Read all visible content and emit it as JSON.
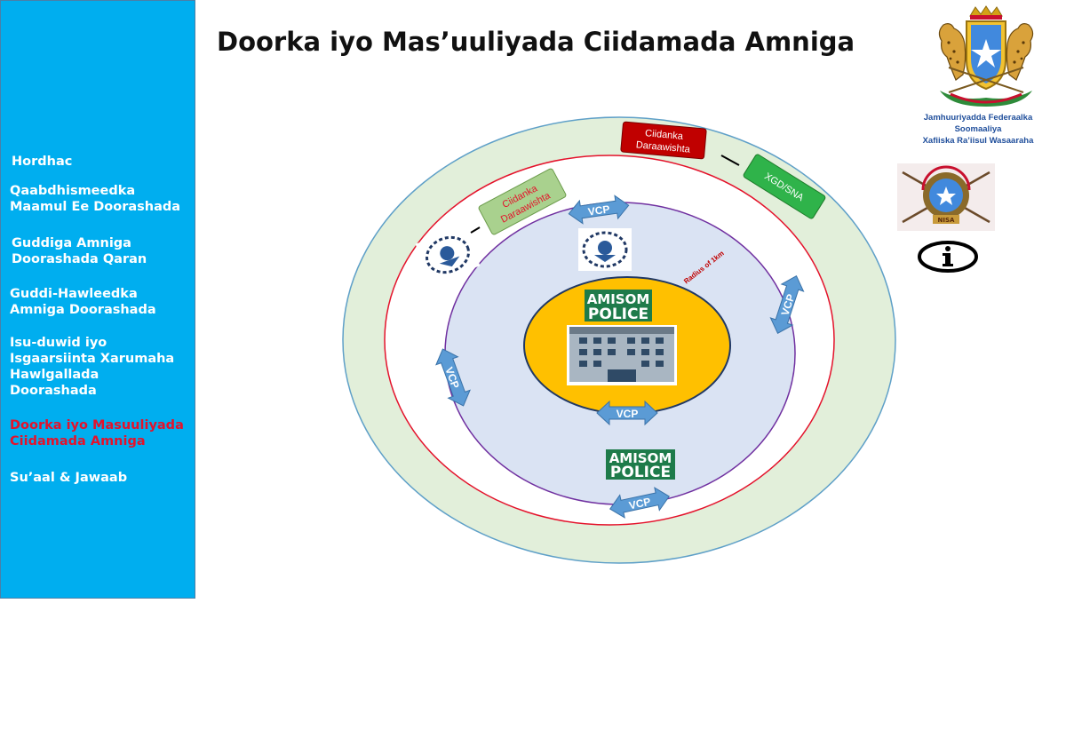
{
  "title": "Doorka iyo Mas’uuliyada Ciidamada Amniga",
  "sidebar": {
    "items": [
      {
        "label": "Hordhac",
        "active": false
      },
      {
        "label": "Qaabdhismeedka\nMaamul Ee Doorashada",
        "active": false
      },
      {
        "label": "Guddiga Amniga\nDoorashada Qaran",
        "active": false
      },
      {
        "label": "Guddi-Hawleedka\nAmniga Doorashada",
        "active": false
      },
      {
        "label": "Isu-duwid iyo\nIsgaarsiinta Xarumaha\nHawlgallada\nDoorashada",
        "active": false
      },
      {
        "label": "Doorka iyo Masuuliyada\nCiidamada Amniga",
        "active": true
      },
      {
        "label": "Su’aal & Jawaab",
        "active": false
      }
    ]
  },
  "logo": {
    "line1": "Jamhuuriyadda Federaalka Soomaaliya",
    "line2": "Xafiiska Ra’iisul Wasaaraha"
  },
  "nisa_logo": {
    "text": "NISA"
  },
  "diagram": {
    "box_top": {
      "line1": "Ciidanka",
      "line2": "Daraawishta"
    },
    "box_left": {
      "line1": "Ciidanka",
      "line2": "Daraawishta"
    },
    "box_right": {
      "label": "XGD/SNA"
    },
    "radius_label": "Radius of 1km",
    "center_badge": {
      "line1": "AMISOM",
      "line2": "POLICE"
    },
    "lower_badge": {
      "line1": "AMISOM",
      "line2": "POLICE"
    },
    "vcp_label": "VCP"
  },
  "info_icon": "info-icon",
  "colors": {
    "sidebar": "#00aeef",
    "active_item": "#e4122b",
    "outer_ring": "#e2efda",
    "inner_area": "#dae3f3",
    "center": "#ffc000",
    "red_ring": "#e4122b",
    "purple_ring": "#7030a0",
    "vcp_arrow": "#5b9bd5",
    "badge_green": "#1e7b4a"
  }
}
